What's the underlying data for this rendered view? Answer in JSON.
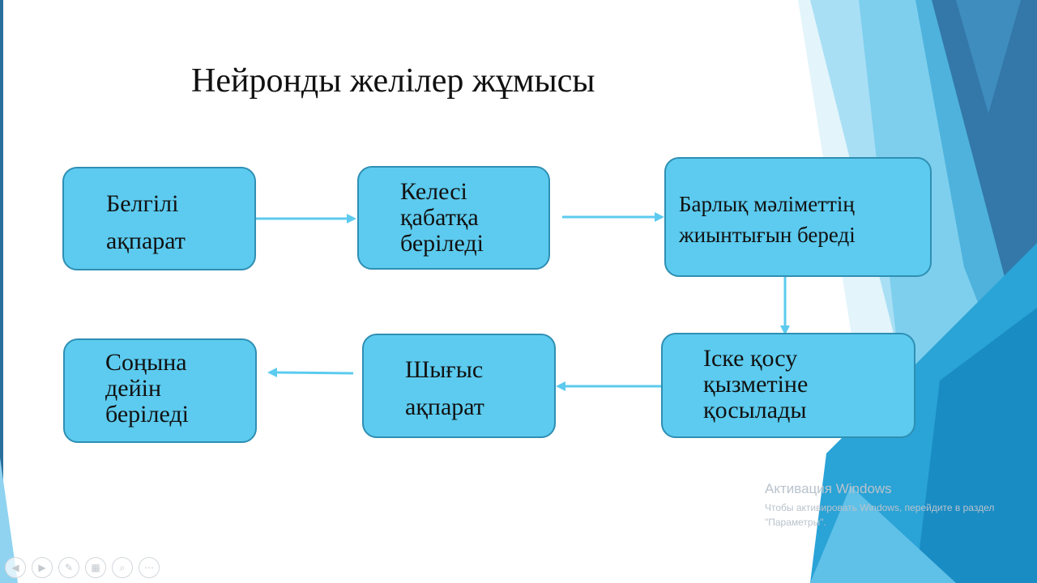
{
  "slide": {
    "title": "Нейронды желілер жұмысы",
    "boxes": [
      {
        "id": "known-info",
        "lines": [
          "Белгілі",
          "ақпарат"
        ]
      },
      {
        "id": "next-layer",
        "lines": [
          "Келесі",
          "қабатқа",
          "беріледі"
        ]
      },
      {
        "id": "all-data",
        "lines": [
          "Барлық мәліметтің",
          "жиынтығын береді"
        ]
      },
      {
        "id": "activation",
        "lines": [
          "Іске қосу",
          "қызметіне",
          "қосылады"
        ]
      },
      {
        "id": "output",
        "lines": [
          "Шығыс",
          "ақпарат"
        ]
      },
      {
        "id": "to-end",
        "lines": [
          "Соңына",
          "дейін",
          "беріледі"
        ]
      }
    ],
    "colors": {
      "box_fill": "#5ccbef",
      "box_border": "#2f8fb3",
      "arrow": "#5ccbef"
    }
  },
  "watermark": {
    "title": "Активация Windows",
    "text": "Чтобы активировать Windows, перейдите в раздел \"Параметры\"."
  },
  "controls": [
    {
      "icon": "previous-icon",
      "glyph": "◀"
    },
    {
      "icon": "next-icon",
      "glyph": "▶"
    },
    {
      "icon": "pen-icon",
      "glyph": "✎"
    },
    {
      "icon": "slides-icon",
      "glyph": "▦"
    },
    {
      "icon": "zoom-icon",
      "glyph": "⌕"
    },
    {
      "icon": "more-icon",
      "glyph": "⋯"
    }
  ]
}
